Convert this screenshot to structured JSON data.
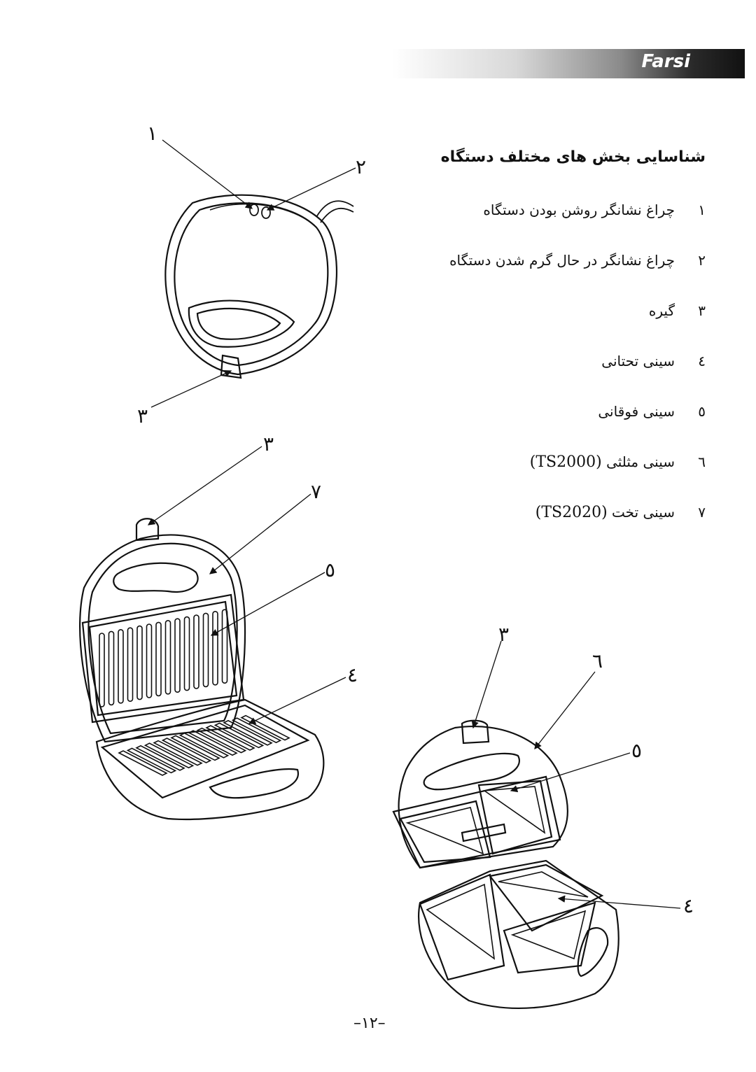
{
  "banner": {
    "language": "Farsi"
  },
  "title": "شناسایی بخش های مختلف دستگاه",
  "parts": [
    {
      "num": "١",
      "text": "چراغ نشانگر روشن بودن دستگاه",
      "model": ""
    },
    {
      "num": "٢",
      "text": "چراغ نشانگر در حال گرم شدن دستگاه",
      "model": ""
    },
    {
      "num": "٣",
      "text": "گیره",
      "model": ""
    },
    {
      "num": "٤",
      "text": "سینی تحتانی",
      "model": ""
    },
    {
      "num": "٥",
      "text": "سینی فوقانی",
      "model": ""
    },
    {
      "num": "٦",
      "text": "سینی مثلثی",
      "model": "(TS2000)"
    },
    {
      "num": "٧",
      "text": "سینی تخت",
      "model": "(TS2020)"
    }
  ],
  "callouts": {
    "top": [
      "١",
      "٢",
      "٣"
    ],
    "grill": [
      "٣",
      "٧",
      "٥",
      "٤"
    ],
    "triangle": [
      "٣",
      "٦",
      "٥",
      "٤"
    ]
  },
  "page_number": "–١٢–"
}
